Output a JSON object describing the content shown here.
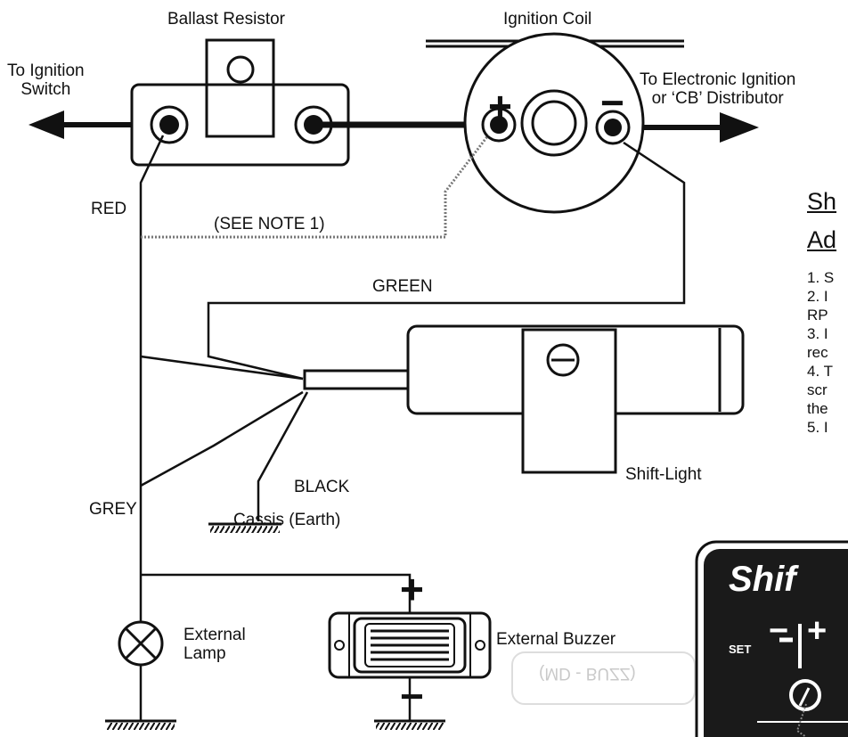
{
  "labels": {
    "ballast_resistor": "Ballast Resistor",
    "ignition_coil": "Ignition Coil",
    "to_ignition_switch": "To Ignition\nSwitch",
    "to_distributor": "To Electronic Ignition\nor ‘CB’ Distributor",
    "red": "RED",
    "see_note": "(SEE NOTE 1)",
    "green": "GREEN",
    "black": "BLACK",
    "chassis": "Cassis (Earth)",
    "grey": "GREY",
    "shift_light": "Shift-Light",
    "external_lamp": "External\nLamp",
    "external_buzzer": "External Buzzer",
    "buzzer_part": "(MD - BUZZ)",
    "plus": "+",
    "minus": "−"
  },
  "side_text": {
    "heading_line1": "Sh",
    "heading_line2": "Ad",
    "notes": [
      "1. S",
      "2. I",
      "RP",
      "3. I",
      "rec",
      "4. T",
      "scr",
      "the",
      "5. I"
    ]
  },
  "panel": {
    "title": "Shif",
    "set_label": "SET",
    "minus": "−",
    "plus": "+"
  },
  "colors": {
    "ink": "#111111",
    "panel_bg": "#1a1a1a",
    "panel_border": "#111111",
    "faint_text": "#c9c9c9"
  }
}
